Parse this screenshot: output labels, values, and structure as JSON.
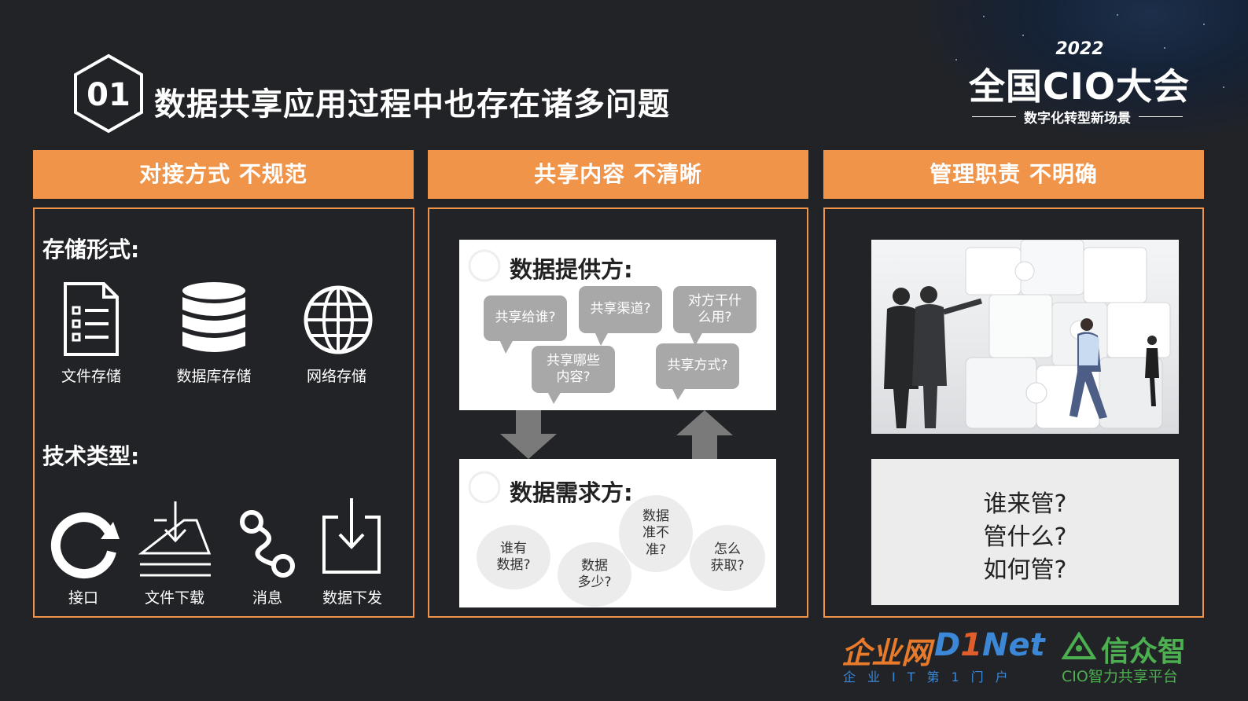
{
  "header": {
    "number": "01",
    "title": "数据共享应用过程中也存在诸多问题"
  },
  "logo": {
    "year": "2022",
    "name": "全国CIO大会",
    "subtitle": "数字化转型新场景"
  },
  "sections": [
    {
      "header": "对接方式 不规范"
    },
    {
      "header": "共享内容 不清晰"
    },
    {
      "header": "管理职责 不明确"
    }
  ],
  "panel1": {
    "storage_label": "存储形式:",
    "storage": [
      {
        "icon": "document-list-icon",
        "label": "文件存储"
      },
      {
        "icon": "database-icon",
        "label": "数据库存储"
      },
      {
        "icon": "globe-icon",
        "label": "网络存储"
      }
    ],
    "tech_label": "技术类型:",
    "tech": [
      {
        "icon": "refresh-icon",
        "label": "接口"
      },
      {
        "icon": "tray-download-icon",
        "label": "文件下载"
      },
      {
        "icon": "route-icon",
        "label": "消息"
      },
      {
        "icon": "box-download-icon",
        "label": "数据下发"
      }
    ]
  },
  "panel2": {
    "provider_title": "数据提供方:",
    "provider_questions": [
      "共享给谁?",
      "共享渠道?",
      "对方干什\n么用?",
      "共享哪些\n内容?",
      "共享方式?"
    ],
    "demand_title": "数据需求方:",
    "demand_questions": [
      "谁有\n数据?",
      "数据\n多少?",
      "数据\n准不\n准?",
      "怎么\n获取?"
    ],
    "colors": {
      "bubble": "#a8a8a8",
      "cloud": "#ececec",
      "arrow": "#7a7a7a"
    }
  },
  "panel3": {
    "photo": "business-people-puzzle-photo",
    "questions": [
      "谁来管?",
      "管什么?",
      "如何管?"
    ]
  },
  "footer": {
    "enterprise_cn": "企业网",
    "brand": "D1Net",
    "brand_one": "1",
    "enterprise_sub": "企业IT第1门户",
    "partner_name": "信众智",
    "partner_sub": "CIO智力共享平台"
  },
  "colors": {
    "accent": "#f0944a",
    "background": "#222326"
  }
}
